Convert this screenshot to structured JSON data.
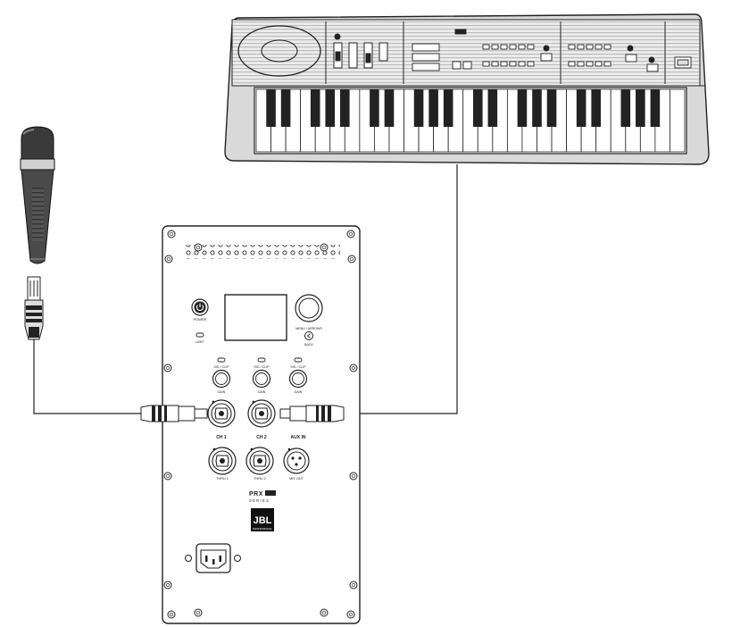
{
  "panel": {
    "power_label": "POWER",
    "limit_label": "LIMIT",
    "menu_label": "MENU / ARROWS",
    "back_label": "BACK",
    "sig_clip_label": "SIG / CLIP",
    "gain_label": "GAIN",
    "ch1_label": "CH 1",
    "ch2_label": "CH 2",
    "aux_label": "AUX IN",
    "thru1_label": "THRU 1",
    "thru2_label": "THRU 2",
    "mix_out_label": "MIX OUT",
    "series_brand": "PRX",
    "series_word": "SERIES",
    "brand_logo": "JBL",
    "brand_sub": "PROFESSIONAL"
  },
  "colors": {
    "line": "#222222",
    "keyboard_body": "#e6e6e6",
    "keyboard_stripe": "#b8b8b8",
    "mic_body": "#4a4a4a",
    "panel_fill": "#ffffff"
  },
  "icons": [
    "power-icon",
    "back-icon",
    "iec-power-inlet-icon",
    "xlr-combo-jack-icon",
    "xlr-connector-icon"
  ]
}
